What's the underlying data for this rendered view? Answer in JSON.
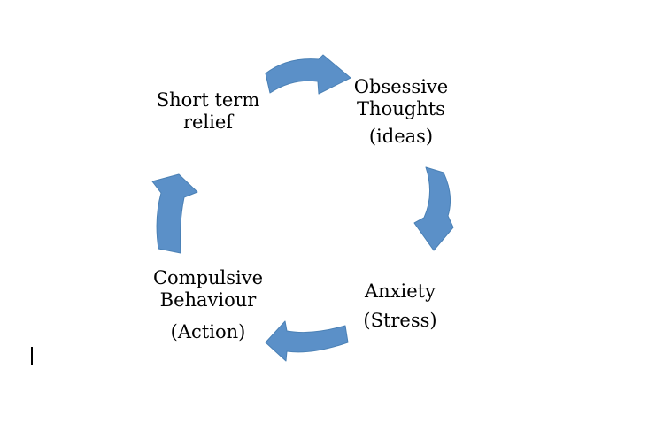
{
  "diagram": {
    "arrow_color": "#5b90c8",
    "arrow_stroke": "#4a80b5",
    "nodes": {
      "short_term_relief": {
        "label": "Short term relief"
      },
      "obsessive_thoughts": {
        "label": "Obsessive Thoughts",
        "sublabel": "(ideas)"
      },
      "anxiety": {
        "label": "Anxiety",
        "sublabel": "(Stress)"
      },
      "compulsive_behaviour": {
        "label": "Compulsive Behaviour",
        "sublabel": "(Action)"
      }
    }
  }
}
